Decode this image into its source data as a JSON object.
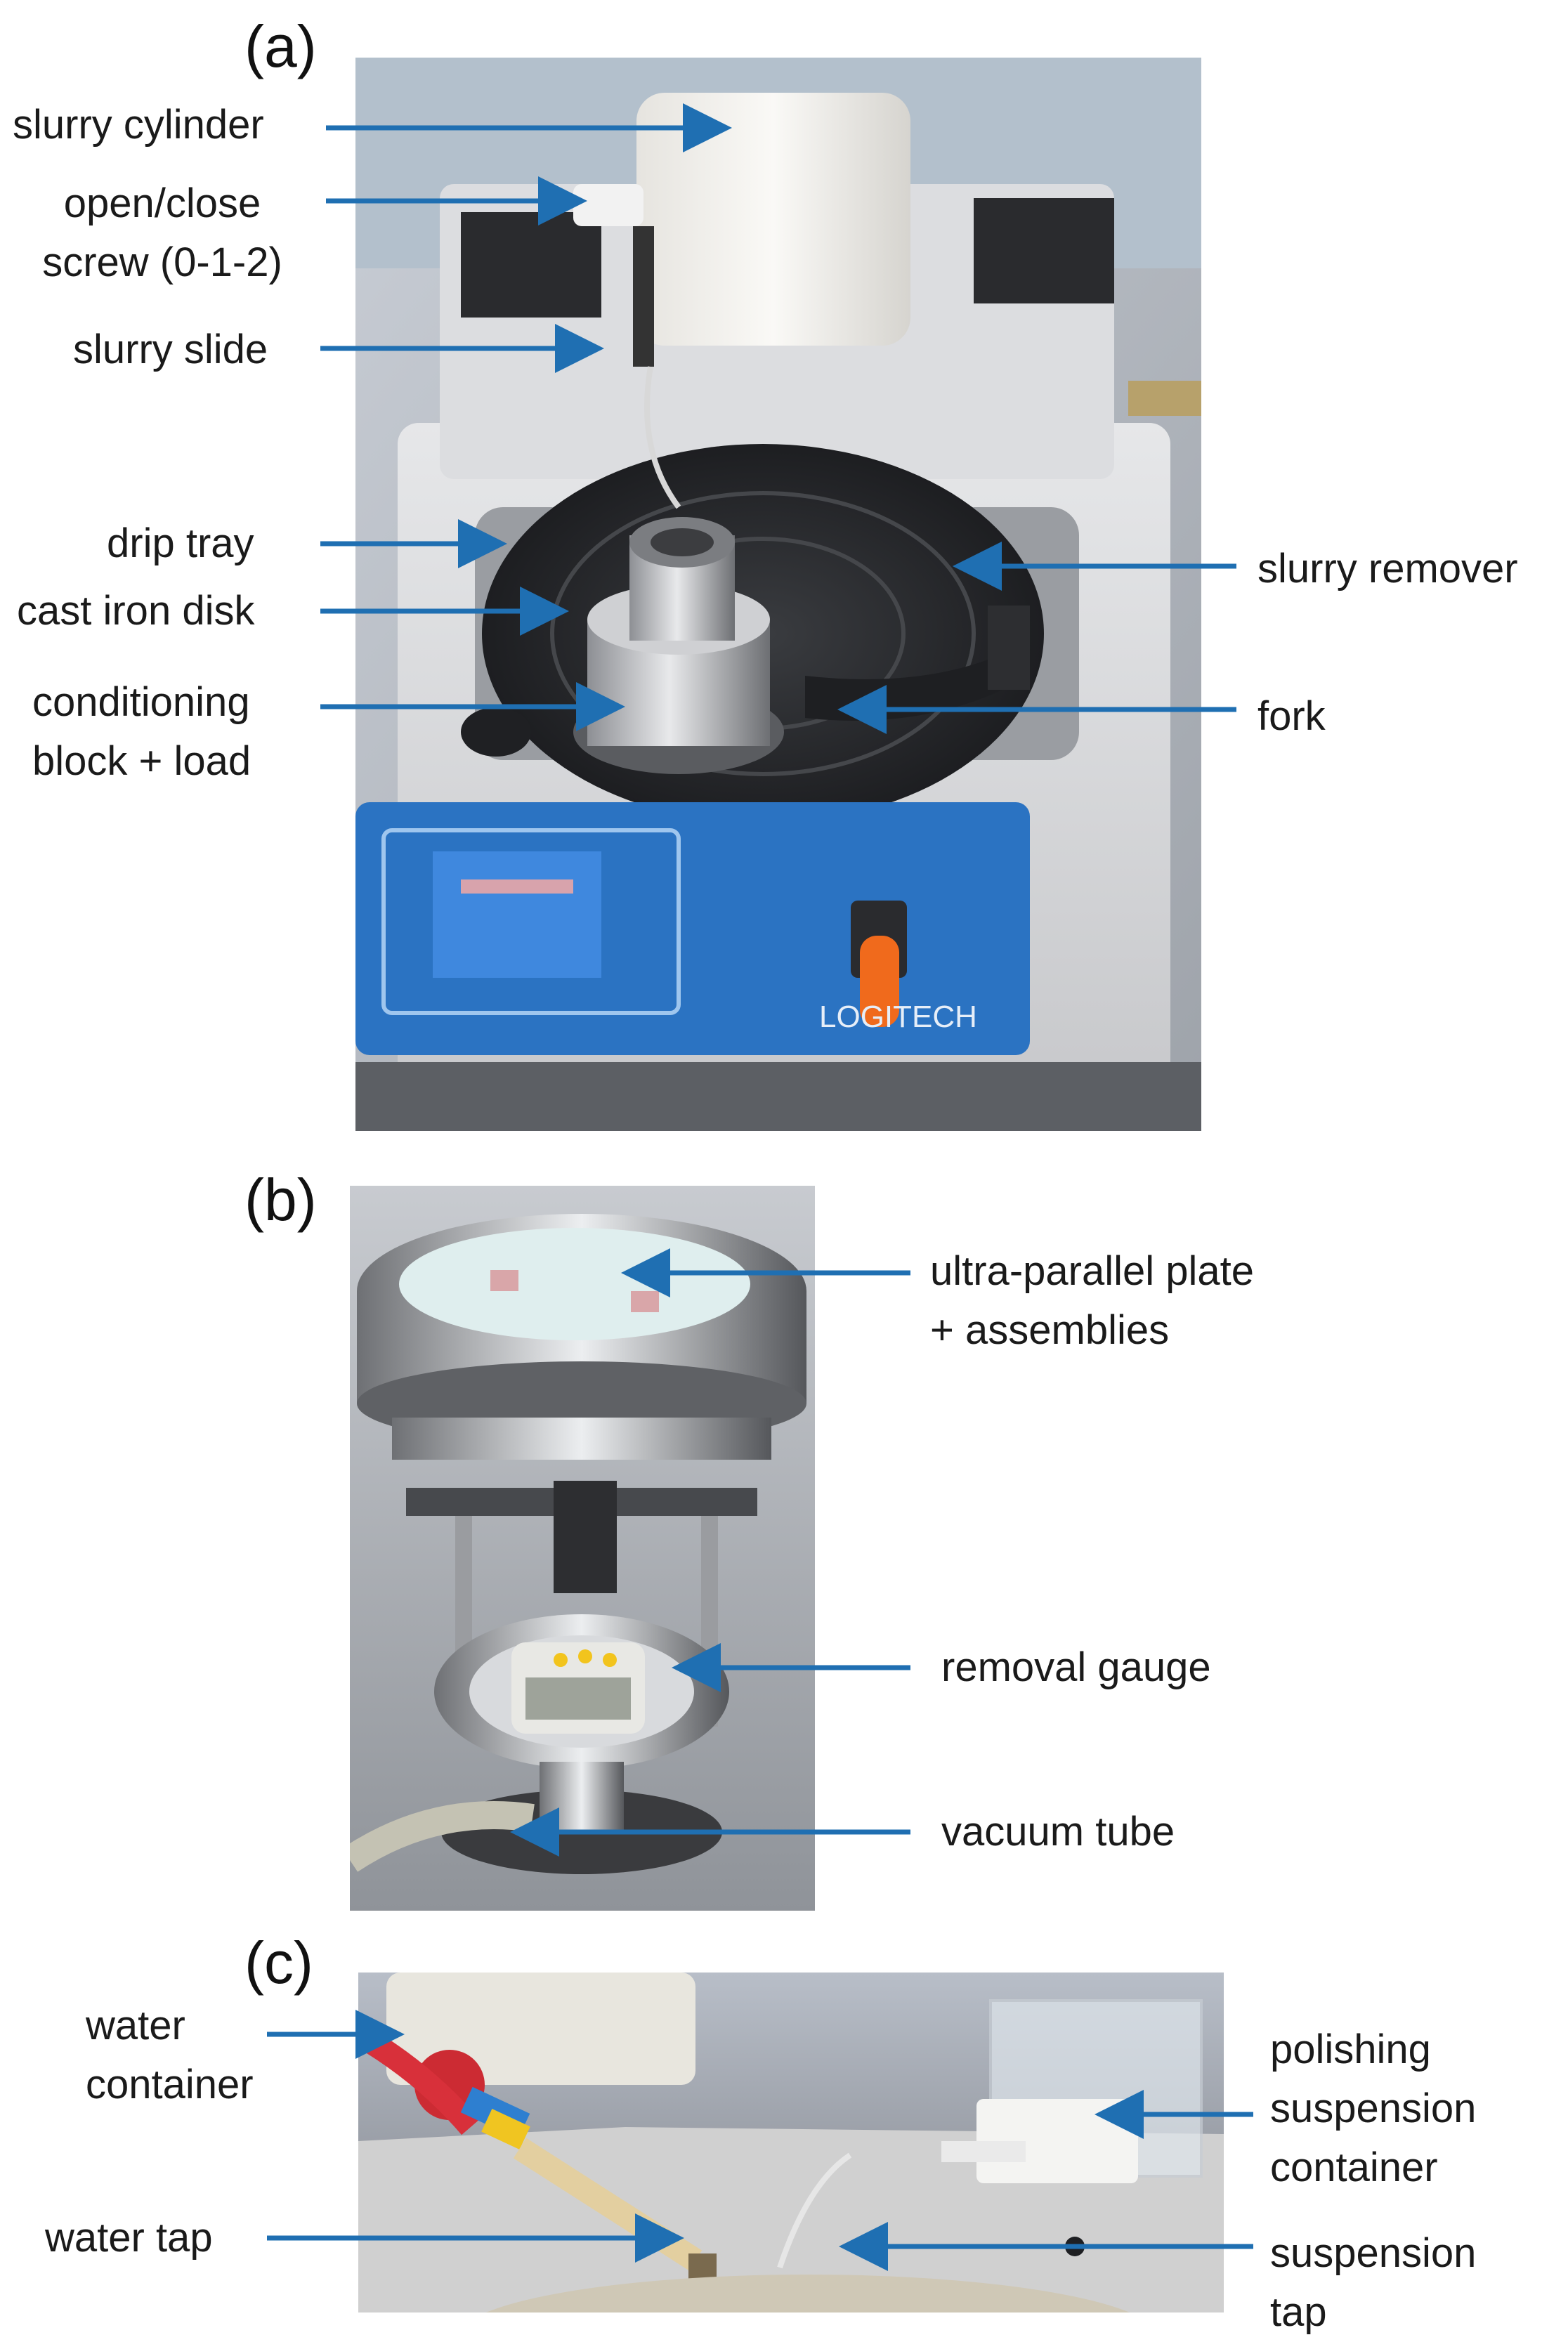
{
  "panels": {
    "a": {
      "letter": "(a)",
      "labels": {
        "slurry_cylinder": "slurry cylinder",
        "open_close_screw": "open/close\nscrew (0-1-2)",
        "slurry_slide": "slurry slide",
        "drip_tray": "drip tray",
        "cast_iron_disk": "cast iron disk",
        "conditioning_block": "conditioning\nblock + load",
        "slurry_remover": "slurry remover",
        "fork": "fork"
      },
      "brand_text": "LOGITECH"
    },
    "b": {
      "letter": "(b)",
      "labels": {
        "ultra_parallel_plate": "ultra-parallel plate\n+ assemblies",
        "removal_gauge": "removal gauge",
        "vacuum_tube": "vacuum tube"
      }
    },
    "c": {
      "letter": "(c)",
      "labels": {
        "water_container": "water\ncontainer",
        "water_tap": "water tap",
        "polishing_suspension_container": "polishing\nsuspension\ncontainer",
        "suspension_tap": "suspension\ntap"
      }
    }
  },
  "colors": {
    "arrow": "#1f6fb2",
    "control_panel": "#2b73c2",
    "orange_handle": "#f06a1c"
  }
}
